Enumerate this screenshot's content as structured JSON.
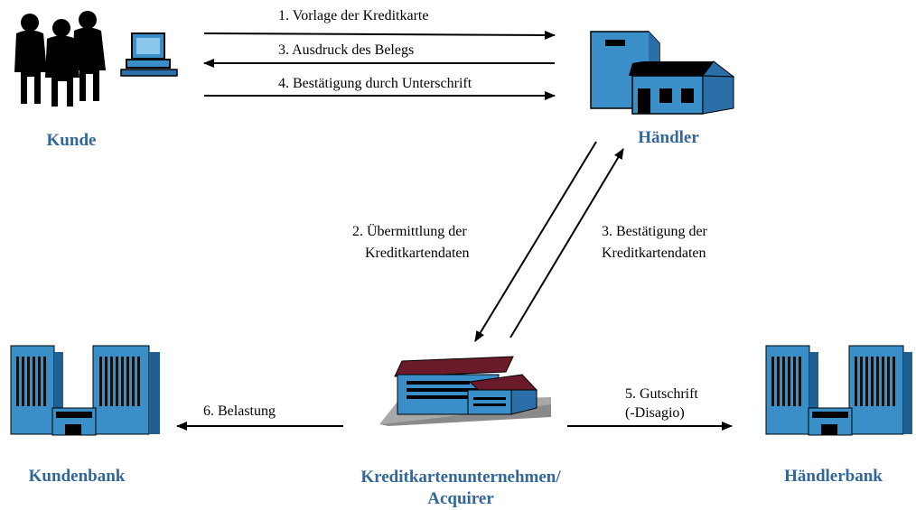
{
  "nodes": {
    "kunde": "Kunde",
    "haendler": "Händler",
    "kundenbank": "Kundenbank",
    "acquirer_line1": "Kreditkartenunternehmen/",
    "acquirer_line2": "Acquirer",
    "haendlerbank": "Händlerbank"
  },
  "arrows": {
    "a1": "1. Vorlage der Kreditkarte",
    "a3_beleg": "3. Ausdruck des Belegs",
    "a4": "4. Bestätigung durch Unterschrift",
    "a2_line1": "2. Übermittlung der",
    "a2_line2": "Kreditkartendaten",
    "a3_line1": "3. Bestätigung der",
    "a3_line2": "Kreditkartendaten",
    "a6": "6. Belastung",
    "a5_line1": "5. Gutschrift",
    "a5_line2": "(-Disagio)"
  },
  "colors": {
    "label": "#336699",
    "building_blue": "#3a8fc8",
    "roof": "#6b1a2a",
    "black": "#000000"
  }
}
